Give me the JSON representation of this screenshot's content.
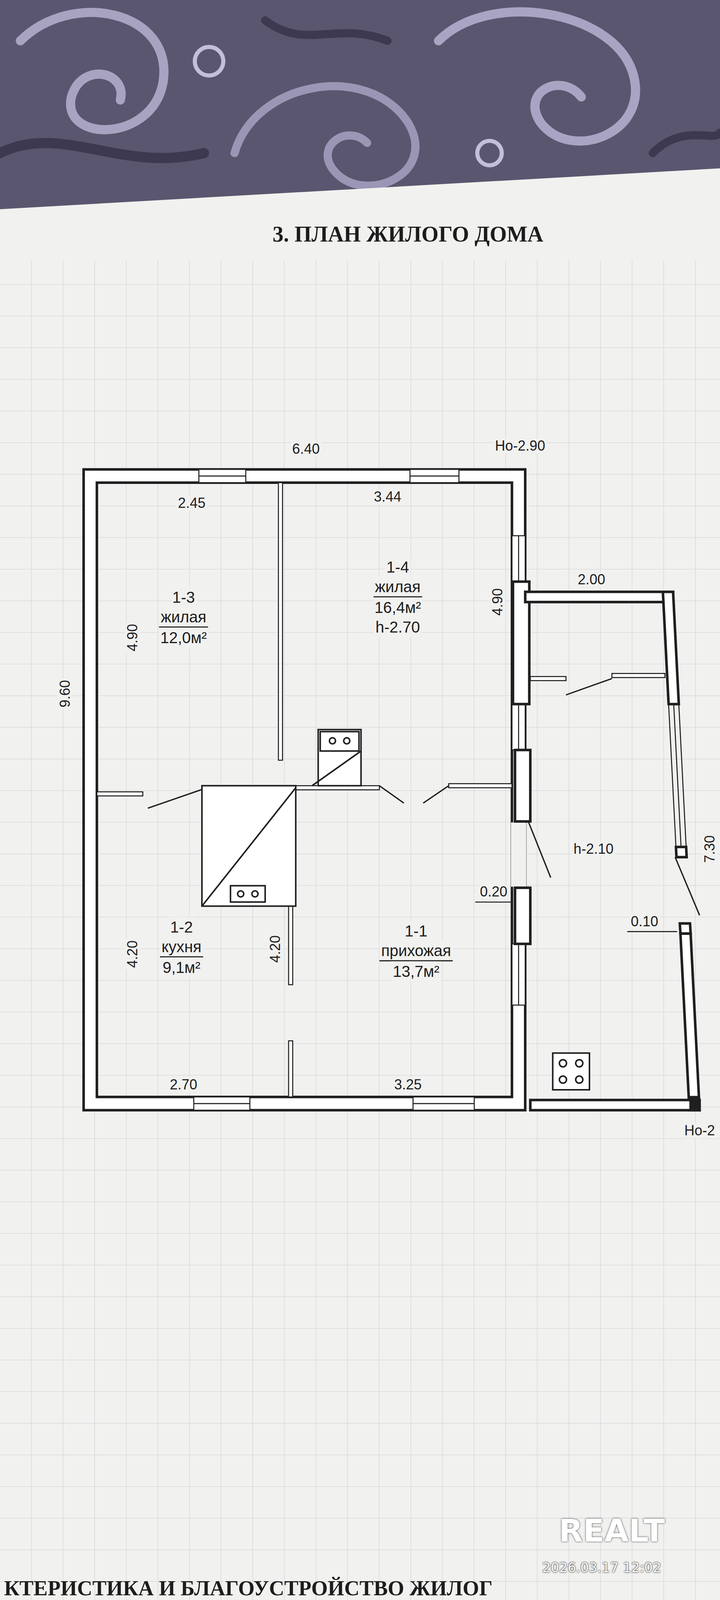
{
  "diagram": {
    "title": "3. ПЛАН ЖИЛОГО ДОМА",
    "nodes": [
      {
        "text": [
          "1-3",
          "жилая",
          "12,0м²"
        ]
      },
      {
        "text": [
          "1-4",
          "жилая",
          "16,4м²",
          "h-2.70"
        ]
      },
      {
        "text": [
          "1-2",
          "кухня",
          "9,1м²"
        ]
      },
      {
        "text": [
          "1-1",
          "прихожая",
          "13,7м²"
        ]
      }
    ],
    "edges": [],
    "labels": [
      "6.40",
      "Но-2.90",
      "2.45",
      "3.44",
      "4.90",
      "9.60",
      "4.90",
      "2.00",
      "h-2.10",
      "7.30",
      "0.20",
      "0.10",
      "4.20",
      "4.20",
      "2.70",
      "3.25",
      "Но-2",
      "КТЕРИСТИКА И БЛАГОУСТРОЙСТВО ЖИЛОГ",
      "REALT",
      "2026.03.17 12:02"
    ]
  }
}
